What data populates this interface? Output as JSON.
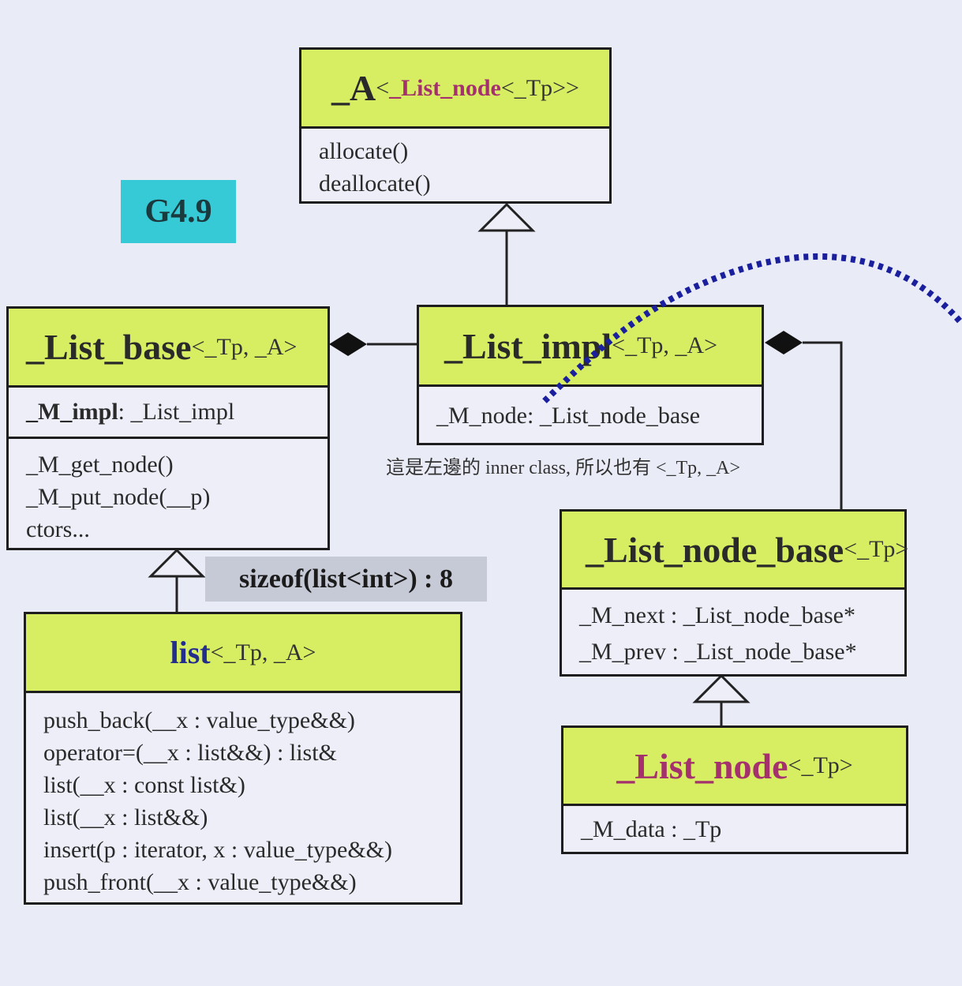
{
  "badge": "G4.9",
  "sizeof_label": "sizeof(list<int>) : 8",
  "note": "這是左邊的 inner class, 所以也有 <_Tp, _A>",
  "alloc": {
    "name": "_A",
    "tpl_open": "<",
    "tpl_inner": "_List_node",
    "tpl_close": "<_Tp>>",
    "methods": [
      "allocate()",
      "deallocate()"
    ]
  },
  "list_base": {
    "name": "_List_base",
    "tpl": "<_Tp, _A>",
    "field_name": "_M_impl",
    "field_type": " : _List_impl",
    "methods": [
      "_M_get_node()",
      "_M_put_node(__p)",
      "ctors..."
    ]
  },
  "list_impl": {
    "name": "_List_impl",
    "tpl": "<_Tp, _A>",
    "field_name": "_M_node",
    "field_type": " : _List_node_base"
  },
  "list": {
    "name": "list",
    "tpl": "<_Tp, _A>",
    "methods": [
      "push_back(__x : value_type&&)",
      "operator=(__x : list&&) : list&",
      "list(__x : const list&)",
      "list(__x : list&&)",
      "insert(p : iterator, x : value_type&&)",
      "push_front(__x : value_type&&)"
    ]
  },
  "list_node_base": {
    "name": "_List_node_base",
    "tpl": "<_Tp>",
    "fields": [
      {
        "name": "_M_next",
        "type": " : _List_node_base*"
      },
      {
        "name": "_M_prev",
        "type": " : _List_node_base*"
      }
    ]
  },
  "list_node": {
    "name": "_List_node",
    "tpl": "<_Tp>",
    "field": "_M_data : _Tp"
  }
}
